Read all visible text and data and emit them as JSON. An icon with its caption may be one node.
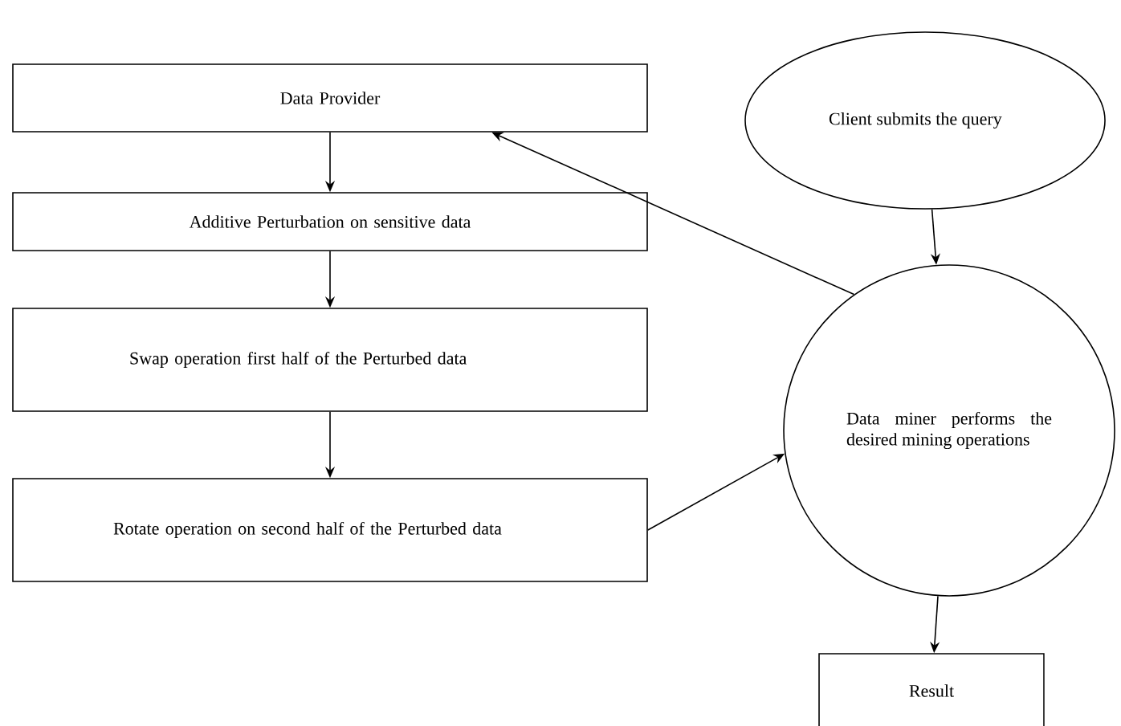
{
  "diagram": {
    "nodes": [
      {
        "text": [
          "Data Provider"
        ]
      },
      {
        "text": [
          "Additive Perturbation on sensitive data"
        ]
      },
      {
        "text": [
          "Swap operation first half of the Perturbed data"
        ]
      },
      {
        "text": [
          "Rotate operation on second half of the Perturbed data"
        ]
      },
      {
        "text": [
          "Client submits the query"
        ]
      },
      {
        "text": [
          "Data miner performs the desired mining operations"
        ]
      },
      {
        "text": [
          "Result"
        ]
      }
    ],
    "edges": [
      {
        "from": 0,
        "to": 1,
        "arrow": "to"
      },
      {
        "from": 1,
        "to": 2,
        "arrow": "to"
      },
      {
        "from": 2,
        "to": 3,
        "arrow": "to"
      },
      {
        "from": 4,
        "to": 5,
        "arrow": "to"
      },
      {
        "from": 5,
        "to": 0,
        "arrow": "to"
      },
      {
        "from": 3,
        "to": 5,
        "arrow": "to"
      },
      {
        "from": 5,
        "to": 6,
        "arrow": "to"
      }
    ]
  }
}
